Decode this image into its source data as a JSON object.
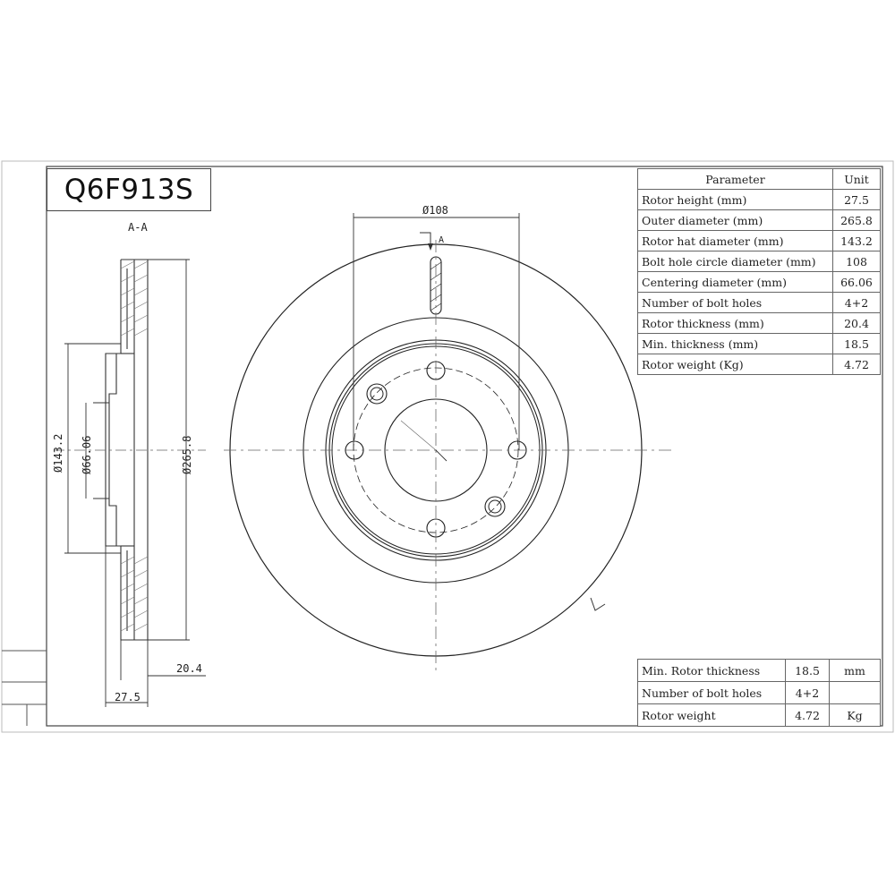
{
  "part_number": "Q6F913S",
  "section_label": "A-A",
  "view_marker": "A",
  "dimensions": {
    "bolt_circle": "Ø108",
    "hat_diameter": "Ø143.2",
    "centering_diameter": "Ø66.06",
    "outer_diameter": "Ø265.8",
    "thickness": "20.4",
    "height": "27.5"
  },
  "parameter_table": {
    "header_param": "Parameter",
    "header_unit": "Unit",
    "rows": [
      {
        "label": "Rotor height (mm)",
        "value": "27.5"
      },
      {
        "label": "Outer diameter (mm)",
        "value": "265.8"
      },
      {
        "label": "Rotor hat diameter (mm)",
        "value": "143.2"
      },
      {
        "label": "Bolt hole circle diameter (mm)",
        "value": "108"
      },
      {
        "label": "Centering diameter (mm)",
        "value": "66.06"
      },
      {
        "label": "Number of bolt holes",
        "value": "4+2"
      },
      {
        "label": "Rotor thickness (mm)",
        "value": "20.4"
      },
      {
        "label": "Min. thickness (mm)",
        "value": "18.5"
      },
      {
        "label": "Rotor weight (Kg)",
        "value": "4.72"
      }
    ]
  },
  "summary_table": {
    "rows": [
      {
        "label": "Min. Rotor thickness",
        "value": "18.5",
        "unit": "mm"
      },
      {
        "label": "Number of bolt holes",
        "value": "4+2",
        "unit": ""
      },
      {
        "label": "Rotor weight",
        "value": "4.72",
        "unit": "Kg"
      }
    ]
  }
}
